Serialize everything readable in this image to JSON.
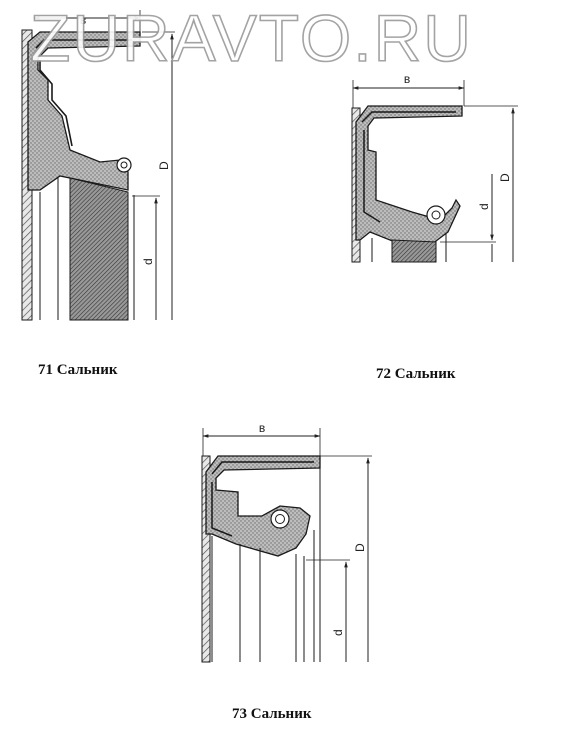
{
  "watermark": "ZURAVTO.RU",
  "figures": [
    {
      "id": "71",
      "caption": "71 Сальник",
      "width_label": "в",
      "outer_label": "D",
      "inner_label": "d"
    },
    {
      "id": "72",
      "caption": "72 Сальник",
      "width_label": "в",
      "outer_label": "D",
      "inner_label": "d"
    },
    {
      "id": "73",
      "caption": "73 Сальник",
      "width_label": "в",
      "outer_label": "D",
      "inner_label": "d"
    }
  ],
  "colors": {
    "line": "#1a1a1a",
    "rubber": "#c8c8c8",
    "hatch": "#555555",
    "watermark_stroke": "#9a9a9a"
  }
}
